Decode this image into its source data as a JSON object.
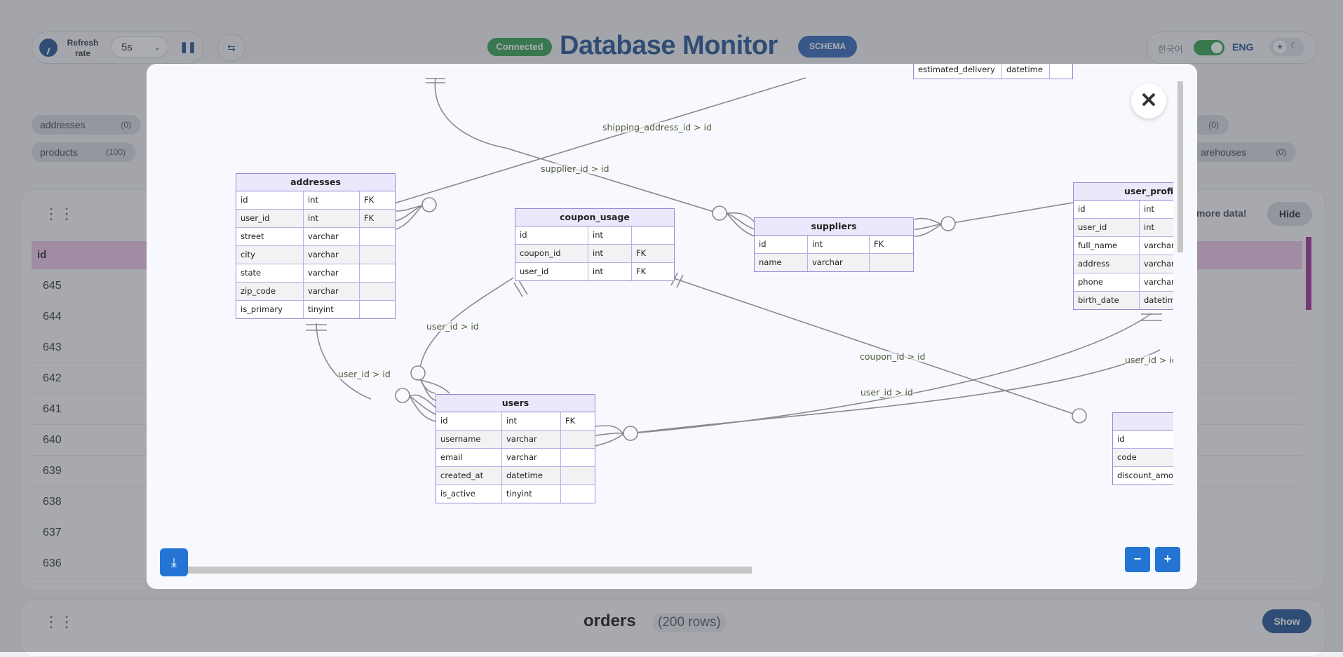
{
  "header": {
    "refresh_label": "Refresh rate",
    "refresh_value": "5s",
    "pause_icon": "pause-icon",
    "status": "Connected",
    "title": "Database Monitor",
    "schema_button": "SCHEMA",
    "lang_ko": "한국어",
    "lang_en": "ENG",
    "colors": {
      "brand": "#1d4f91",
      "connected": "#2e9d4e"
    }
  },
  "table_chips": [
    {
      "name": "addresses",
      "count": "(0)"
    },
    {
      "name": "products",
      "count": "(100)"
    },
    {
      "name": "",
      "count": "(0)"
    },
    {
      "name": "arehouses",
      "count": "(0)"
    }
  ],
  "data_panel": {
    "more_data": "more data!",
    "hide_button": "Hide",
    "column_header": "id",
    "rows": [
      "645",
      "644",
      "643",
      "642",
      "641",
      "640",
      "639",
      "638",
      "637",
      "636"
    ]
  },
  "orders_panel": {
    "title": "orders",
    "rows_badge": "(200 rows)",
    "show_button": "Show"
  },
  "schema_diagram": {
    "entities": {
      "addresses": {
        "title": "addresses",
        "rows": [
          [
            "id",
            "int",
            "FK"
          ],
          [
            "user_id",
            "int",
            "FK"
          ],
          [
            "street",
            "varchar",
            ""
          ],
          [
            "city",
            "varchar",
            ""
          ],
          [
            "state",
            "varchar",
            ""
          ],
          [
            "zip_code",
            "varchar",
            ""
          ],
          [
            "is_primary",
            "tinyint",
            ""
          ]
        ]
      },
      "coupon_usage": {
        "title": "coupon_usage",
        "rows": [
          [
            "id",
            "int",
            ""
          ],
          [
            "coupon_id",
            "int",
            "FK"
          ],
          [
            "user_id",
            "int",
            "FK"
          ]
        ]
      },
      "suppliers": {
        "title": "suppliers",
        "rows": [
          [
            "id",
            "int",
            "FK"
          ],
          [
            "name",
            "varchar",
            ""
          ]
        ]
      },
      "users": {
        "title": "users",
        "rows": [
          [
            "id",
            "int",
            "FK"
          ],
          [
            "username",
            "varchar",
            ""
          ],
          [
            "email",
            "varchar",
            ""
          ],
          [
            "created_at",
            "datetime",
            ""
          ],
          [
            "is_active",
            "tinyint",
            ""
          ]
        ]
      },
      "user_profiles": {
        "title": "user_profil",
        "rows": [
          [
            "id",
            "int"
          ],
          [
            "user_id",
            "int"
          ],
          [
            "full_name",
            "varchar"
          ],
          [
            "address",
            "varchar"
          ],
          [
            "phone",
            "varchar"
          ],
          [
            "birth_date",
            "datetime"
          ]
        ]
      },
      "coupons": {
        "title": "",
        "rows": [
          [
            "id"
          ],
          [
            "code"
          ],
          [
            "discount_amou"
          ]
        ]
      },
      "orders_partial": {
        "title": "",
        "rows": [
          [
            "estimated_delivery",
            "datetime",
            ""
          ]
        ]
      }
    },
    "relations": {
      "shipping": "shipping_address_id > id",
      "supplier": "supplier_id > id",
      "user_coupon": "user_id > id",
      "user_address": "user_id > id",
      "coupon": "coupon_id > id",
      "user_orders": "user_id > id",
      "user_profile": "user_id > id"
    },
    "zoom_in": "+",
    "zoom_out": "−",
    "close": "✕",
    "download_icon": "download-icon"
  }
}
